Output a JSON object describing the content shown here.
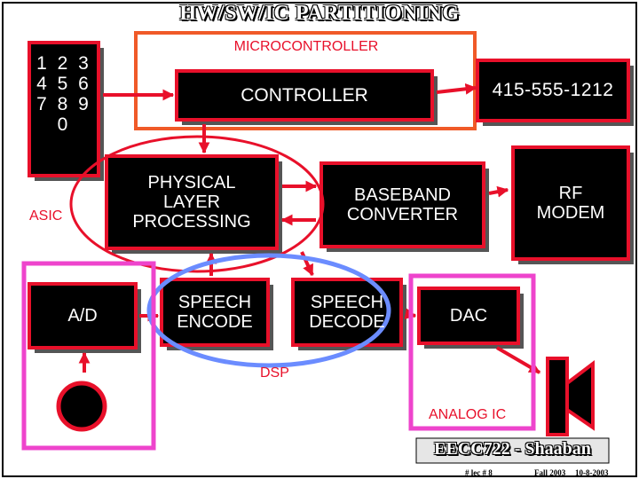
{
  "title": "HW/SW/IC PARTITIONING",
  "regions": {
    "microcontroller": "MICROCONTROLLER",
    "asic": "ASIC",
    "dsp": "DSP",
    "analog_ic": "ANALOG IC"
  },
  "keypad": {
    "row1": "1 2 3",
    "row2": "4 5 6",
    "row3": "7 8 9",
    "row4": "0"
  },
  "blocks": {
    "controller": "CONTROLLER",
    "phone_number": "415-555-1212",
    "physical_layer_1": "PHYSICAL",
    "physical_layer_2": "LAYER",
    "physical_layer_3": "PROCESSING",
    "baseband_1": "BASEBAND",
    "baseband_2": "CONVERTER",
    "rf_modem_1": "RF",
    "rf_modem_2": "MODEM",
    "ad": "A/D",
    "speech_encode_1": "SPEECH",
    "speech_encode_2": "ENCODE",
    "speech_decode_1": "SPEECH",
    "speech_decode_2": "DECODE",
    "dac": "DAC"
  },
  "footer": {
    "course": "EECC722 - Shaaban",
    "lecture": "#  lec # 8",
    "term": "Fall 2003",
    "date": "10-8-2003"
  },
  "colors": {
    "block_fill": "#000000",
    "block_border": "#e8102a",
    "microcontroller_border": "#f05a28",
    "asic_ellipse": "#e8102a",
    "dsp_ellipse": "#6b8cff",
    "analog_border": "#ee44cc",
    "label_red": "#e8102a"
  }
}
